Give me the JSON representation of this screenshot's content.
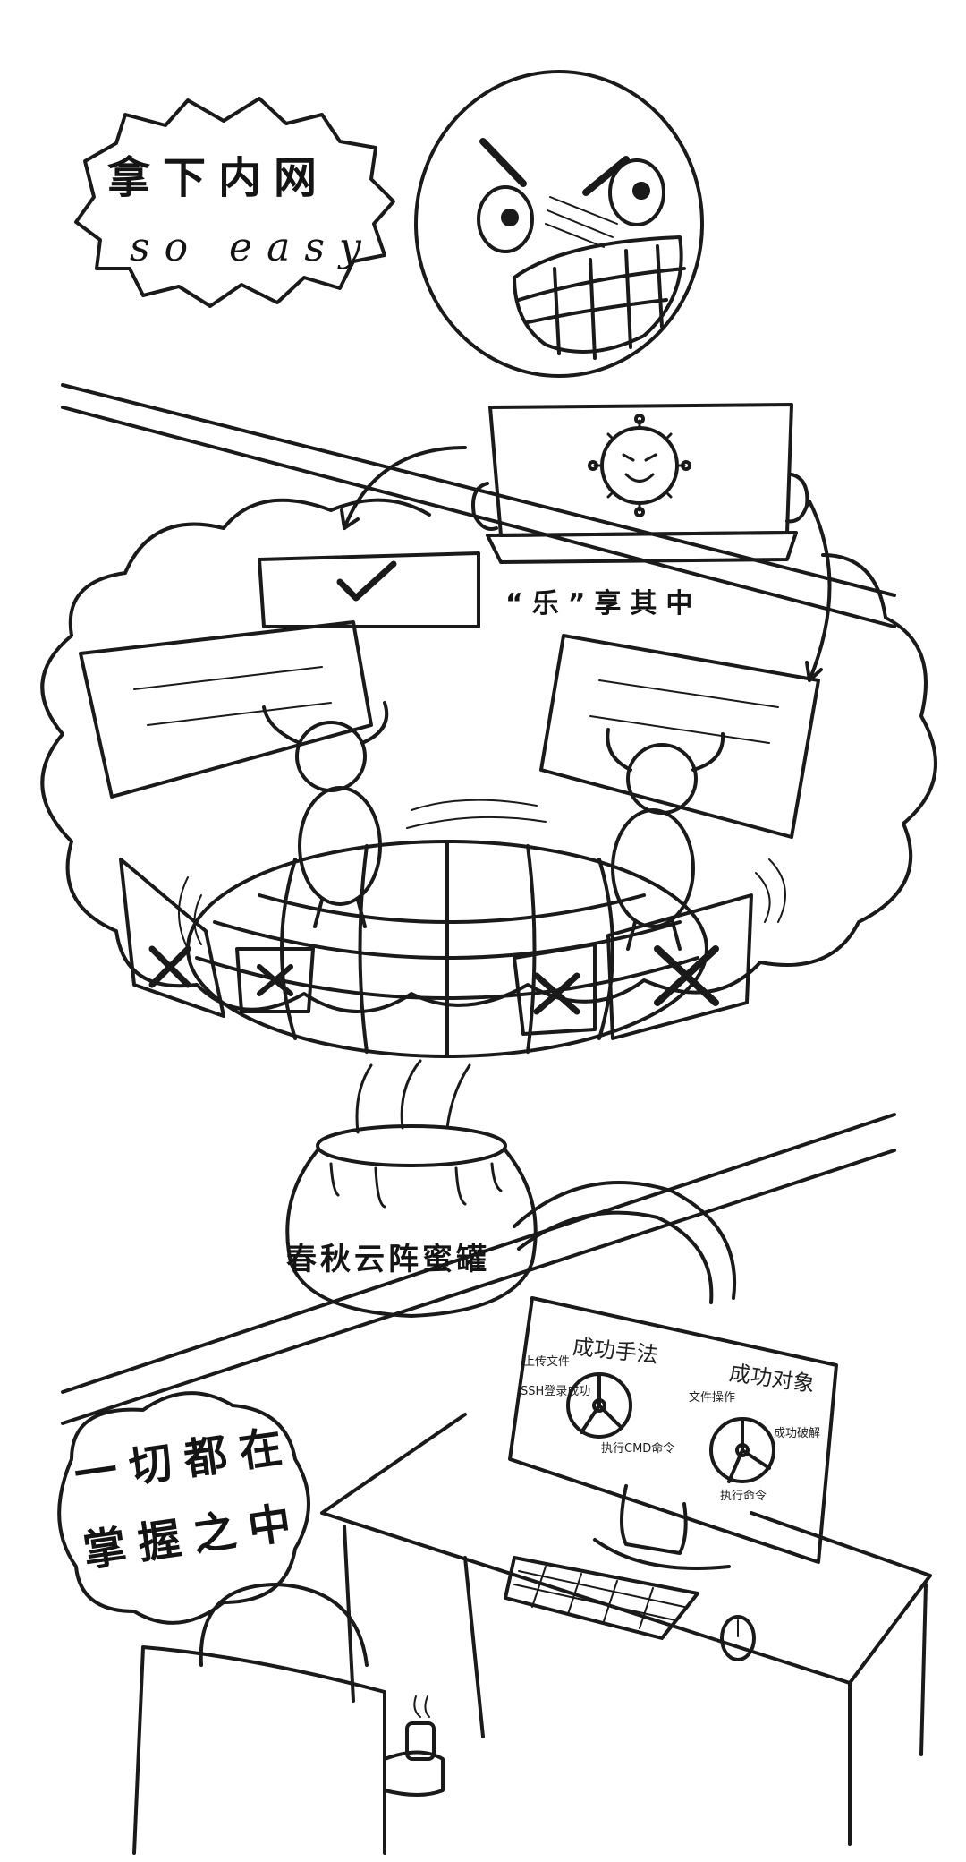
{
  "top_bubble": {
    "line1": "拿下内网",
    "line2": "so easy"
  },
  "laptop_caption": "“乐”享其中",
  "honeypot_label": "春秋云阵蜜罐",
  "bottom_bubble": {
    "line1": "一切都在",
    "line2": "掌握之中"
  },
  "monitor": {
    "left_title": "成功手法",
    "right_title": "成功对象",
    "left_labels": [
      "上传文件",
      "SSH登录成功",
      "执行CMD命令"
    ],
    "right_labels": [
      "文件操作",
      "成功破解",
      "执行命令"
    ]
  }
}
